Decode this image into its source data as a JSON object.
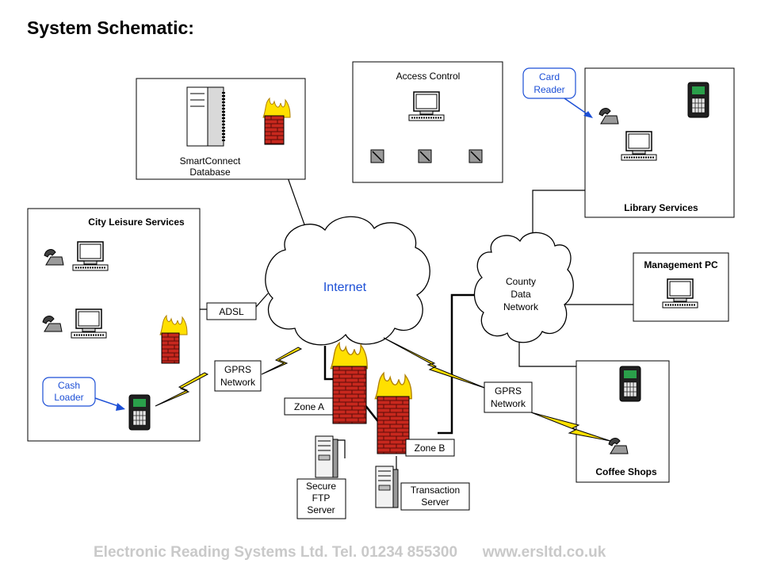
{
  "title": "System Schematic:",
  "footer": {
    "company": "Electronic Reading Systems Ltd.",
    "tel": "Tel. 01234 855300",
    "web": "www.ersltd.co.uk"
  },
  "boxes": {
    "smartconnect": [
      "SmartConnect",
      "Database"
    ],
    "access_control": "Access Control",
    "library": "Library Services",
    "city_leisure": "City Leisure Services",
    "management_pc": "Management PC",
    "coffee_shops": "Coffee Shops"
  },
  "clouds": {
    "internet": "Internet",
    "county": [
      "County",
      "Data",
      "Network"
    ]
  },
  "labels": {
    "adsl": "ADSL",
    "gprs_left": [
      "GPRS",
      "Network"
    ],
    "gprs_right": [
      "GPRS",
      "Network"
    ],
    "zone_a": "Zone A",
    "zone_b": "Zone B",
    "secure_ftp": [
      "Secure",
      "FTP",
      "Server"
    ],
    "transaction": [
      "Transaction",
      "Server"
    ]
  },
  "callouts": {
    "card_reader": [
      "Card",
      "Reader"
    ],
    "cash_loader": [
      "Cash",
      "Loader"
    ]
  },
  "colors": {
    "callout_blue": "#1c4fd6",
    "cloud_text_blue": "#1c4fd6",
    "brick_red": "#c8281e",
    "flame_yellow": "#ffe000",
    "lightning_yellow": "#ffe000",
    "terminal_green": "#2aa04a",
    "footer_gray": "#c9c9c9"
  }
}
